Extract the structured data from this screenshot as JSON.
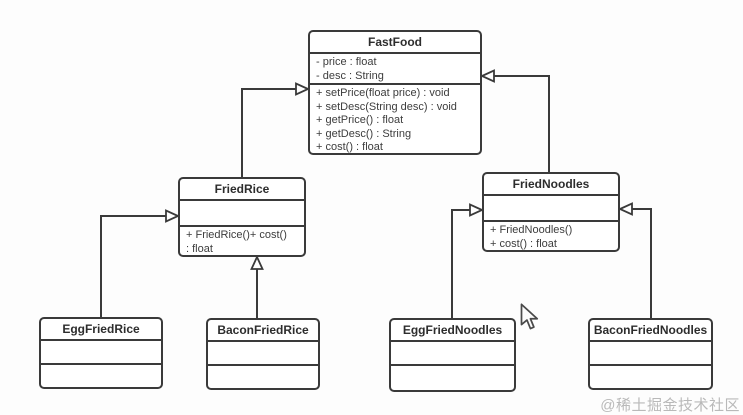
{
  "diagram": {
    "type": "uml-class-diagram",
    "classes": [
      {
        "name": "FastFood",
        "attributes": [
          "- price : float",
          "- desc : String"
        ],
        "methods": [
          "+ setPrice(float price) : void",
          "+ setDesc(String desc) : void",
          "+ getPrice() : float",
          "+ getDesc() : String",
          "+ cost() : float"
        ]
      },
      {
        "name": "FriedRice",
        "attributes": [],
        "methods": [
          "+ FriedRice()+ cost()",
          ": float"
        ]
      },
      {
        "name": "FriedNoodles",
        "attributes": [],
        "methods": [
          "+ FriedNoodles()",
          "+ cost() : float"
        ]
      },
      {
        "name": "EggFriedRice",
        "attributes": [],
        "methods": []
      },
      {
        "name": "BaconFriedRice",
        "attributes": [],
        "methods": []
      },
      {
        "name": "EggFriedNoodles",
        "attributes": [],
        "methods": []
      },
      {
        "name": "BaconFriedNoodles",
        "attributes": [],
        "methods": []
      }
    ],
    "relations": [
      {
        "from": "FriedRice",
        "to": "FastFood",
        "type": "inheritance"
      },
      {
        "from": "FriedNoodles",
        "to": "FastFood",
        "type": "inheritance"
      },
      {
        "from": "EggFriedRice",
        "to": "FriedRice",
        "type": "inheritance"
      },
      {
        "from": "BaconFriedRice",
        "to": "FriedRice",
        "type": "inheritance"
      },
      {
        "from": "EggFriedNoodles",
        "to": "FriedNoodles",
        "type": "inheritance"
      },
      {
        "from": "BaconFriedNoodles",
        "to": "FriedNoodles",
        "type": "inheritance"
      }
    ]
  },
  "icons": {
    "cursor": "arrow-pointer",
    "arrowhead": "hollow-triangle-generalization"
  },
  "colors": {
    "line": "#3a3a3a",
    "box_fill": "#ffffff",
    "background": "#fdfdfd",
    "watermark": "#b9b9b9"
  },
  "watermark": "@稀土掘金技术社区"
}
